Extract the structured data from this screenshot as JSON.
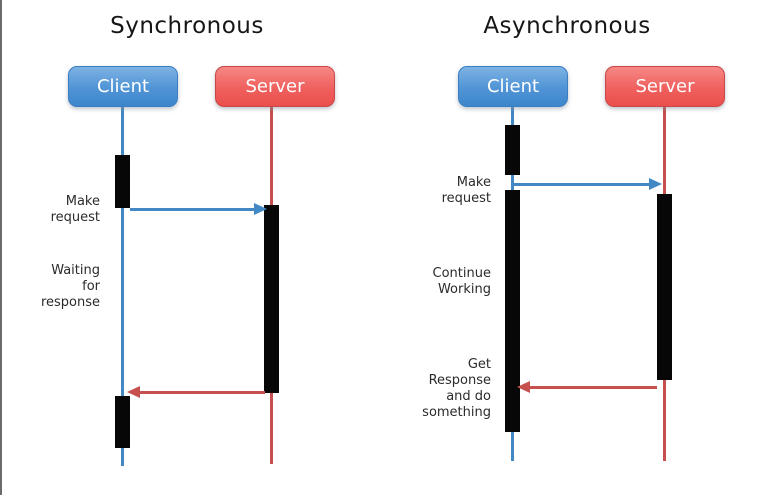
{
  "colors": {
    "client_blue": "#4a8fd3",
    "server_red": "#ee5a57",
    "blue_line": "#4288c5",
    "red_line": "#c5504e",
    "activation_black": "#070707",
    "title_text": "#161616",
    "annotation_text": "#2b2b2b",
    "page_left_border": "#6b6b6b"
  },
  "panels": [
    {
      "title": "Synchronous",
      "actors": [
        {
          "label": "Client",
          "color_role": "client_blue"
        },
        {
          "label": "Server",
          "color_role": "server_red"
        }
      ],
      "annotations": [
        {
          "name": "make-request",
          "lines": [
            "Make",
            "request"
          ]
        },
        {
          "name": "waiting-for-response",
          "lines": [
            "Waiting",
            "for",
            "response"
          ]
        }
      ],
      "messages": [
        {
          "from": "Client",
          "to": "Server",
          "label": "Make request",
          "direction": "right"
        },
        {
          "from": "Server",
          "to": "Client",
          "label": "response",
          "direction": "left"
        }
      ]
    },
    {
      "title": "Asynchronous",
      "actors": [
        {
          "label": "Client",
          "color_role": "client_blue"
        },
        {
          "label": "Server",
          "color_role": "server_red"
        }
      ],
      "annotations": [
        {
          "name": "make-request",
          "lines": [
            "Make",
            "request"
          ]
        },
        {
          "name": "continue-working",
          "lines": [
            "Continue",
            "Working"
          ]
        },
        {
          "name": "get-response",
          "lines": [
            "Get",
            "Response",
            "and do",
            "something"
          ]
        }
      ],
      "messages": [
        {
          "from": "Client",
          "to": "Server",
          "label": "Make request",
          "direction": "right"
        },
        {
          "from": "Server",
          "to": "Client",
          "label": "Get response",
          "direction": "left"
        }
      ]
    }
  ]
}
